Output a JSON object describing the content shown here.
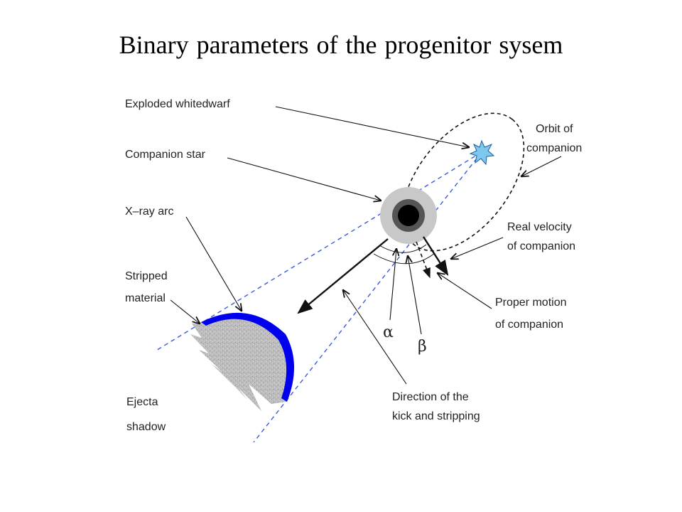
{
  "title": "Binary parameters of the progenitor sysem",
  "labels": {
    "exploded_wd": "Exploded whitedwarf",
    "companion": "Companion star",
    "xray_arc": "X–ray arc",
    "stripped_1": "Stripped",
    "stripped_2": "material",
    "ejecta_1": "Ejecta",
    "ejecta_2": "shadow",
    "orbit_1": "Orbit of",
    "orbit_2": "companion",
    "real_vel_1": "Real velocity",
    "real_vel_2": "of companion",
    "proper_1": "Proper motion",
    "proper_2": "of companion",
    "kick_1": "Direction of the",
    "kick_2": "kick and stripping",
    "alpha": "α",
    "beta": "β"
  },
  "colors": {
    "guide_lines": "#3b5bdb",
    "xray_arc": "#0000ee",
    "ejecta": "#b8b8b8",
    "white_dwarf": "#7ec8f0"
  }
}
